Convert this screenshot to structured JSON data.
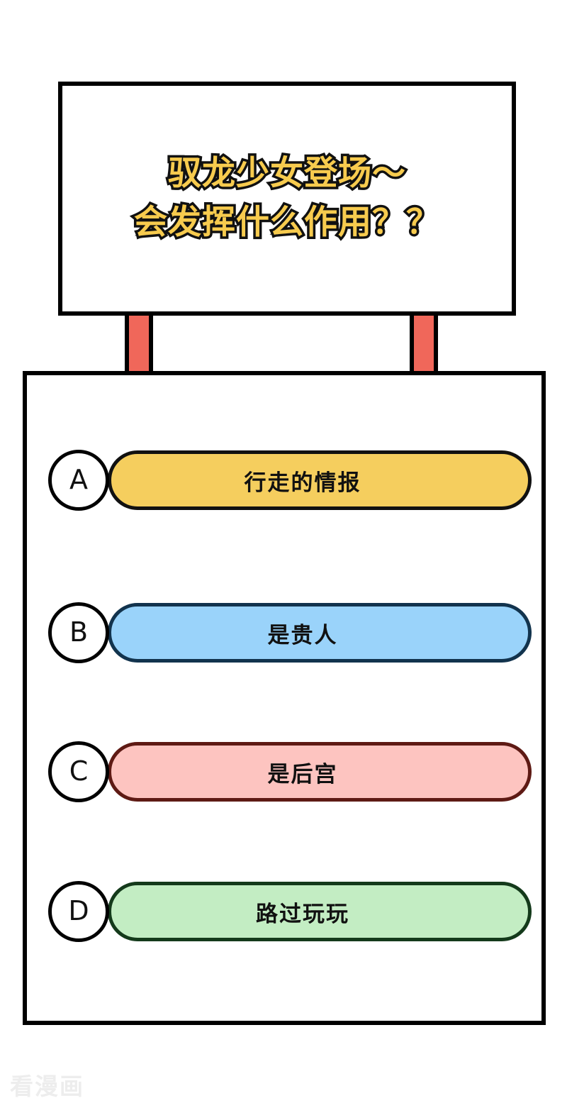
{
  "sign": {
    "line1": "驭龙少女登场～",
    "line2": "会发挥什么作用？？",
    "text_color": "#F7CB4E",
    "outline_color": "#111111",
    "board_border_color": "#000000",
    "board_background": "#FFFFFF"
  },
  "posts": {
    "color": "#F0675A",
    "border_color": "#000000",
    "count": 2
  },
  "answers": {
    "panel_border_color": "#000000",
    "panel_background": "#FFFFFF",
    "options": [
      {
        "letter": "A",
        "label": "行走的情报",
        "fill": "#F5CE5E",
        "border": "#111111"
      },
      {
        "letter": "B",
        "label": "是贵人",
        "fill": "#9AD3FA",
        "border": "#12334D"
      },
      {
        "letter": "C",
        "label": "是后宫",
        "fill": "#FDC4C0",
        "border": "#5E1A14"
      },
      {
        "letter": "D",
        "label": "路过玩玩",
        "fill": "#C3EDC3",
        "border": "#143A1B"
      }
    ]
  },
  "watermark": {
    "text": "看漫画",
    "color": "#EDEDED"
  }
}
